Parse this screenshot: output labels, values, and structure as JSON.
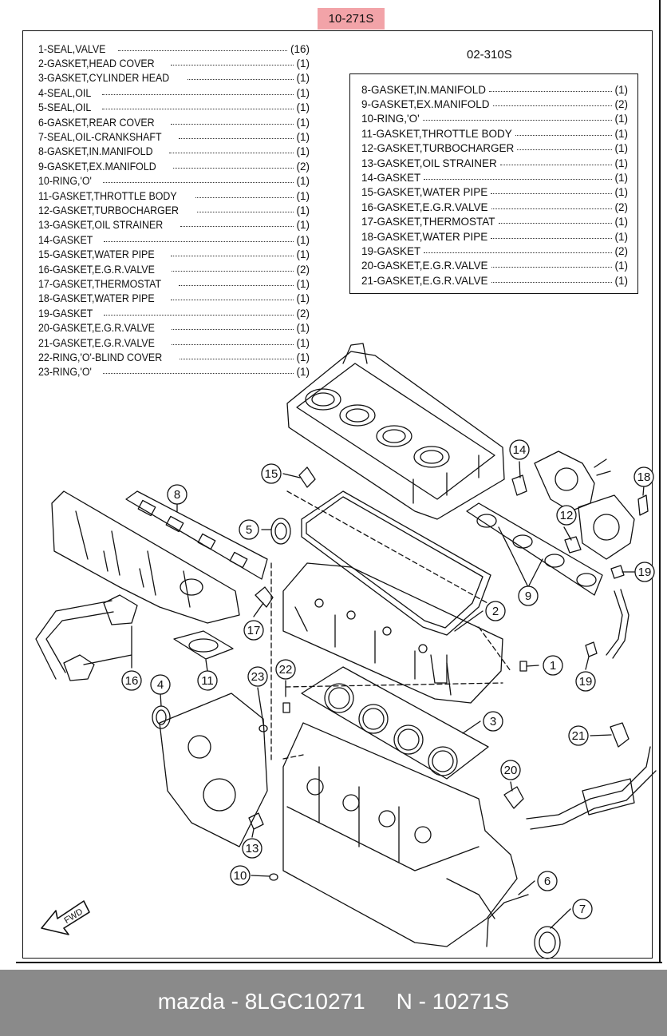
{
  "doc_code": "10-271S",
  "parts": [
    {
      "label": "1-SEAL,VALVE",
      "qty": "(16)"
    },
    {
      "label": "2-GASKET,HEAD COVER",
      "qty": "(1)"
    },
    {
      "label": "3-GASKET,CYLINDER HEAD",
      "qty": "(1)"
    },
    {
      "label": "4-SEAL,OIL",
      "qty": "(1)"
    },
    {
      "label": "5-SEAL,OIL",
      "qty": "(1)"
    },
    {
      "label": "6-GASKET,REAR COVER",
      "qty": "(1)"
    },
    {
      "label": "7-SEAL,OIL-CRANKSHAFT",
      "qty": "(1)"
    },
    {
      "label": "8-GASKET,IN.MANIFOLD",
      "qty": "(1)"
    },
    {
      "label": "9-GASKET,EX.MANIFOLD",
      "qty": "(2)"
    },
    {
      "label": "10-RING,'O'",
      "qty": "(1)"
    },
    {
      "label": "11-GASKET,THROTTLE BODY",
      "qty": "(1)"
    },
    {
      "label": "12-GASKET,TURBOCHARGER",
      "qty": "(1)"
    },
    {
      "label": "13-GASKET,OIL STRAINER",
      "qty": "(1)"
    },
    {
      "label": "14-GASKET",
      "qty": "(1)"
    },
    {
      "label": "15-GASKET,WATER PIPE",
      "qty": "(1)"
    },
    {
      "label": "16-GASKET,E.G.R.VALVE",
      "qty": "(2)"
    },
    {
      "label": "17-GASKET,THERMOSTAT",
      "qty": "(1)"
    },
    {
      "label": "18-GASKET,WATER PIPE",
      "qty": "(1)"
    },
    {
      "label": "19-GASKET",
      "qty": "(2)"
    },
    {
      "label": "20-GASKET,E.G.R.VALVE",
      "qty": "(1)"
    },
    {
      "label": "21-GASKET,E.G.R.VALVE",
      "qty": "(1)"
    },
    {
      "label": "22-RING,'O'-BLIND COVER",
      "qty": "(1)"
    },
    {
      "label": "23-RING,'O'",
      "qty": "(1)"
    }
  ],
  "subset": {
    "code": "02-310S",
    "parts": [
      {
        "label": "8-GASKET,IN.MANIFOLD",
        "qty": "(1)"
      },
      {
        "label": "9-GASKET,EX.MANIFOLD",
        "qty": "(2)"
      },
      {
        "label": "10-RING,'O'",
        "qty": "(1)"
      },
      {
        "label": "11-GASKET,THROTTLE BODY",
        "qty": "(1)"
      },
      {
        "label": "12-GASKET,TURBOCHARGER",
        "qty": "(1)"
      },
      {
        "label": "13-GASKET,OIL STRAINER",
        "qty": "(1)"
      },
      {
        "label": "14-GASKET",
        "qty": "(1)"
      },
      {
        "label": "15-GASKET,WATER PIPE",
        "qty": "(1)"
      },
      {
        "label": "16-GASKET,E.G.R.VALVE",
        "qty": "(2)"
      },
      {
        "label": "17-GASKET,THERMOSTAT",
        "qty": "(1)"
      },
      {
        "label": "18-GASKET,WATER PIPE",
        "qty": "(1)"
      },
      {
        "label": "19-GASKET",
        "qty": "(2)"
      },
      {
        "label": "20-GASKET,E.G.R.VALVE",
        "qty": "(1)"
      },
      {
        "label": "21-GASKET,E.G.R.VALVE",
        "qty": "(1)"
      }
    ]
  },
  "callouts": [
    "1",
    "2",
    "3",
    "4",
    "5",
    "6",
    "7",
    "8",
    "9",
    "10",
    "11",
    "12",
    "13",
    "14",
    "15",
    "16",
    "17",
    "18",
    "19",
    "19",
    "20",
    "21",
    "22",
    "23"
  ],
  "fwd_label": "FWD",
  "footer": "mazda - 8LGC10271     N - 10271S",
  "colors": {
    "code_highlight": "#f2a3a8",
    "footer_bg": "#8a8a8a",
    "ink": "#111111"
  }
}
